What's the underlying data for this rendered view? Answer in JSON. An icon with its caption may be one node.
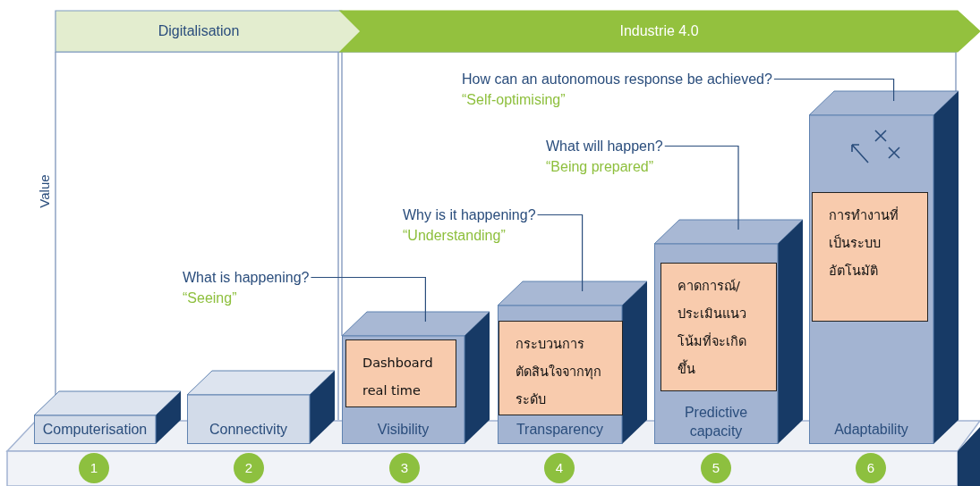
{
  "diagram": {
    "nodes": [
      {
        "text": [
          "Digitalisation"
        ]
      },
      {
        "text": [
          "Industrie 4.0"
        ]
      },
      {
        "text": [
          "How can an autonomous response be achieved?",
          "“Self-optimising”"
        ]
      },
      {
        "text": [
          "What will happen?",
          "“Being prepared”"
        ]
      },
      {
        "text": [
          "Why is it happening?",
          "“Understanding”"
        ]
      },
      {
        "text": [
          "What is happening?",
          "“Seeing”"
        ]
      },
      {
        "text": [
          "Computerisation"
        ]
      },
      {
        "text": [
          "Connectivity"
        ]
      },
      {
        "text": [
          "Visibility"
        ]
      },
      {
        "text": [
          "Dashboard real time"
        ],
        "in": 8
      },
      {
        "text": [
          "Transparency"
        ]
      },
      {
        "text": [
          "กระบวนการตัดสินใจจากทุกระดับ"
        ],
        "in": 10
      },
      {
        "text": [
          "Predictive capacity"
        ]
      },
      {
        "text": [
          "คาดการณ์/ประเมินแนวโน้มที่จะเกิดขึ้น"
        ],
        "in": 12
      },
      {
        "text": [
          "Adaptability"
        ]
      },
      {
        "text": [
          "การทำงานที่เป็นระบบอัตโนมัติ"
        ],
        "in": 14
      },
      {
        "text": [
          "1"
        ]
      },
      {
        "text": [
          "2"
        ]
      },
      {
        "text": [
          "3"
        ]
      },
      {
        "text": [
          "4"
        ]
      },
      {
        "text": [
          "5"
        ]
      },
      {
        "text": [
          "6"
        ]
      }
    ],
    "edges": [
      {
        "from": 5,
        "to": 8,
        "arrow": "none"
      },
      {
        "from": 4,
        "to": 10,
        "arrow": "none"
      },
      {
        "from": 3,
        "to": 12,
        "arrow": "none"
      },
      {
        "from": 2,
        "to": 14,
        "arrow": "none"
      }
    ],
    "labels": [
      "Value"
    ]
  }
}
